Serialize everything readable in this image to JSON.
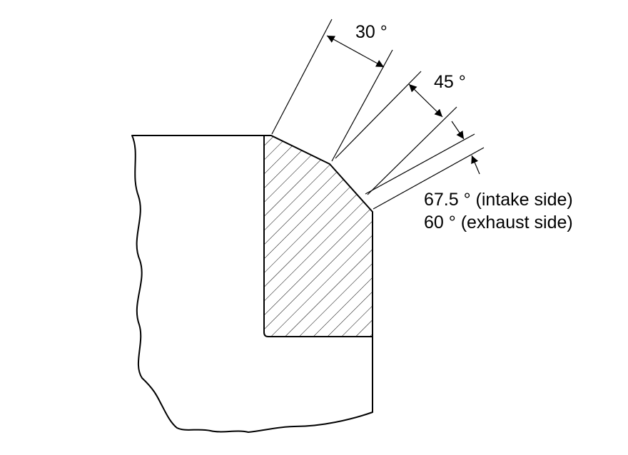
{
  "diagram": {
    "angles": {
      "a30": "30 °",
      "a45": "45 °",
      "intake": "67.5 ° (intake side)",
      "exhaust": "60 ° (exhaust side)"
    },
    "colors": {
      "stroke": "#000000",
      "background": "#ffffff"
    }
  }
}
